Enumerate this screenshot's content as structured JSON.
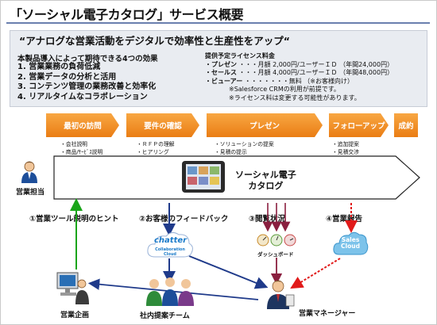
{
  "title": "「ソーシャル電子カタログ」サービス概要",
  "tagline": "“アナログな営業活動をデジタルで効率性と生産性をアップ“",
  "effects": {
    "heading": "本製品導入によって期待できる4つの効果",
    "items": [
      "1. 営業業務の負荷低減",
      "2. 営業データの分析と活用",
      "3. コンテンツ管理の業務改善と効率化",
      "4. リアルタイムなコラボレーション"
    ]
  },
  "license": {
    "heading": "提供予定ライセンス料金",
    "rows": [
      {
        "label": "・プレゼン",
        "price": "・・・月額 2,000円/ユーザーＩＤ",
        "note": "（年間24,000円）"
      },
      {
        "label": "・セールス",
        "price": "・・・月額 4,000円/ユーザーＩＤ",
        "note": "（年間48,000円）"
      },
      {
        "label": "・ビューアー",
        "price": "・・・・・・・無料",
        "note": "（※お客様向け）"
      }
    ],
    "notes": [
      "※Salesforce CRMの利用が前提です。",
      "※ライセンス料は変更する可能性があります。"
    ]
  },
  "phases": [
    {
      "label": "最初の訪問",
      "subs": [
        "・会社説明",
        "・商品/ｻｰﾋﾞｽ説明"
      ]
    },
    {
      "label": "要件の確認",
      "subs": [
        "・ＲＦＰの理解",
        "・ヒアリング"
      ]
    },
    {
      "label": "プレゼン",
      "subs": [
        "・ソリューションの提案",
        "・見積の提示"
      ]
    },
    {
      "label": "フォローアップ",
      "subs": [
        "・追加提案",
        "・見積交渉"
      ]
    },
    {
      "label": "成約",
      "subs": []
    }
  ],
  "banner": {
    "line1": "ソーシャル電子",
    "line2": "カタログ"
  },
  "actors": {
    "sales_rep": "営業担当",
    "planning": "営業企画",
    "team": "社内提案チーム",
    "manager": "営業マネージャー"
  },
  "flows": [
    "①営業ツール説明のヒント",
    "②お客様のフィードバック",
    "③閲覧状況",
    "④営業報告"
  ],
  "chatter": {
    "logo": "chatter",
    "sub": "Collaboration Cloud"
  },
  "dashboard": "ダッシュボード",
  "sales_cloud": {
    "line1": "Sales",
    "line2": "Cloud"
  },
  "colors": {
    "accent": "#ef8a1f",
    "title_rule": "#6a7fae",
    "arrow_green": "#1aa51a",
    "arrow_navy": "#1f3a8a",
    "arrow_maroon": "#8a1f3f",
    "arrow_red": "#e11a1a"
  }
}
